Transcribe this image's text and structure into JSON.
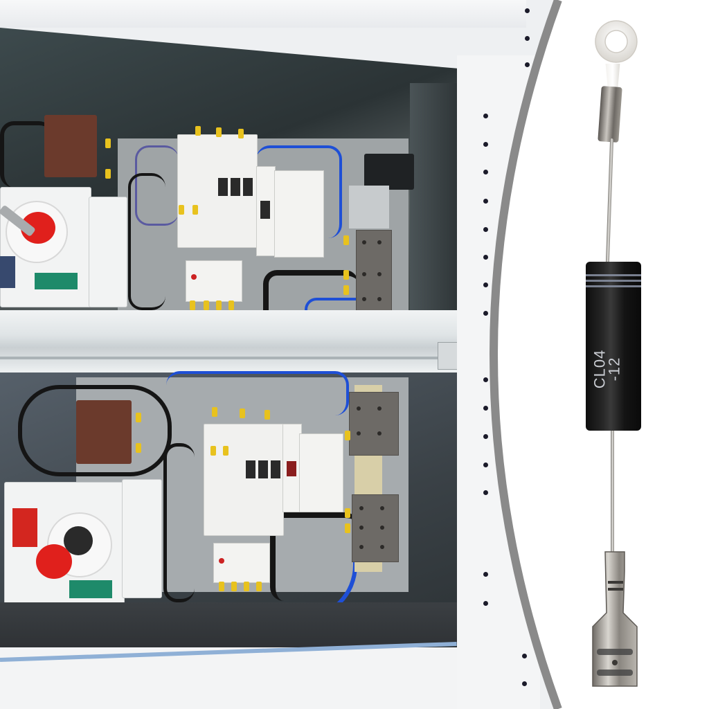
{
  "image": {
    "description": "Product photo composite: electrical control cabinet with contactors and terminal blocks on the left, high-voltage microwave diode with ring and spade terminals on the right, separated by a curved gray divider",
    "background_color": "#ffffff",
    "divider_color": "#8a8a8a"
  },
  "cabinet": {
    "label": "electrical-control-cabinet",
    "upper_bay": {
      "components": [
        "brown-auxiliary-block",
        "rotary-disconnect-switch-red-handle",
        "3-pole-contactor",
        "overload-relay",
        "miniature-circuit-breaker",
        "timer-relay",
        "dark-control-relay",
        "terminal-blocks"
      ]
    },
    "lower_bay": {
      "components": [
        "brown-auxiliary-block",
        "rotary-disconnect-switch-red-handle",
        "3-pole-contactor",
        "overload-relay",
        "miniature-circuit-breaker",
        "timer-relay",
        "terminal-blocks"
      ]
    },
    "colors": {
      "ferrule": "#e8c21e",
      "wire_blue": "#1e4fd6",
      "wire_black": "#151515",
      "handle_red": "#e0201c",
      "label_green": "#1e8a6a",
      "label_red": "#d3261f",
      "backplate": "#a6abae"
    }
  },
  "product": {
    "label": "high-voltage-diode",
    "marking_line1": "CL04",
    "marking_line2": "-12",
    "body_color": "#141414",
    "band_color": "#8b93a6",
    "top_terminal": "ring-lug",
    "bottom_terminal": "female-spade-connector"
  }
}
